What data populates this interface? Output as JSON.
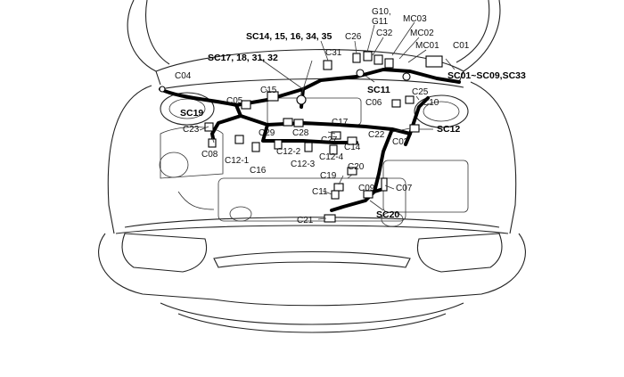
{
  "labels": {
    "g10_g11_a": "G10,",
    "g10_g11_b": "G11",
    "mc03": "MC03",
    "c32": "C32",
    "c26": "C26",
    "mc02": "MC02",
    "sc14": "SC14, 15, 16, 34, 35",
    "mc01": "MC01",
    "c01": "C01",
    "c31": "C31",
    "sc17": "SC17, 18, 31, 32",
    "c04": "C04",
    "sc01": "SC01~SC09,SC33",
    "c15": "C15",
    "sc11": "SC11",
    "c25": "C25",
    "c05": "C05",
    "c06": "C06",
    "c10": "C10",
    "sc19": "SC19",
    "c17": "C17",
    "c23": "C23",
    "c29": "C29",
    "c28": "C28",
    "c27": "C27",
    "c22": "C22",
    "sc12": "SC12",
    "c03": "C03",
    "c14": "C14",
    "c08": "C08",
    "c12_1": "C12-1",
    "c12_2": "C12-2",
    "c12_3": "C12-3",
    "c12_4": "C12-4",
    "c16": "C16",
    "c20": "C20",
    "c19": "C19",
    "c11": "C11",
    "c09": "C09",
    "c07": "C07",
    "sc20": "SC20",
    "c21": "C21"
  }
}
